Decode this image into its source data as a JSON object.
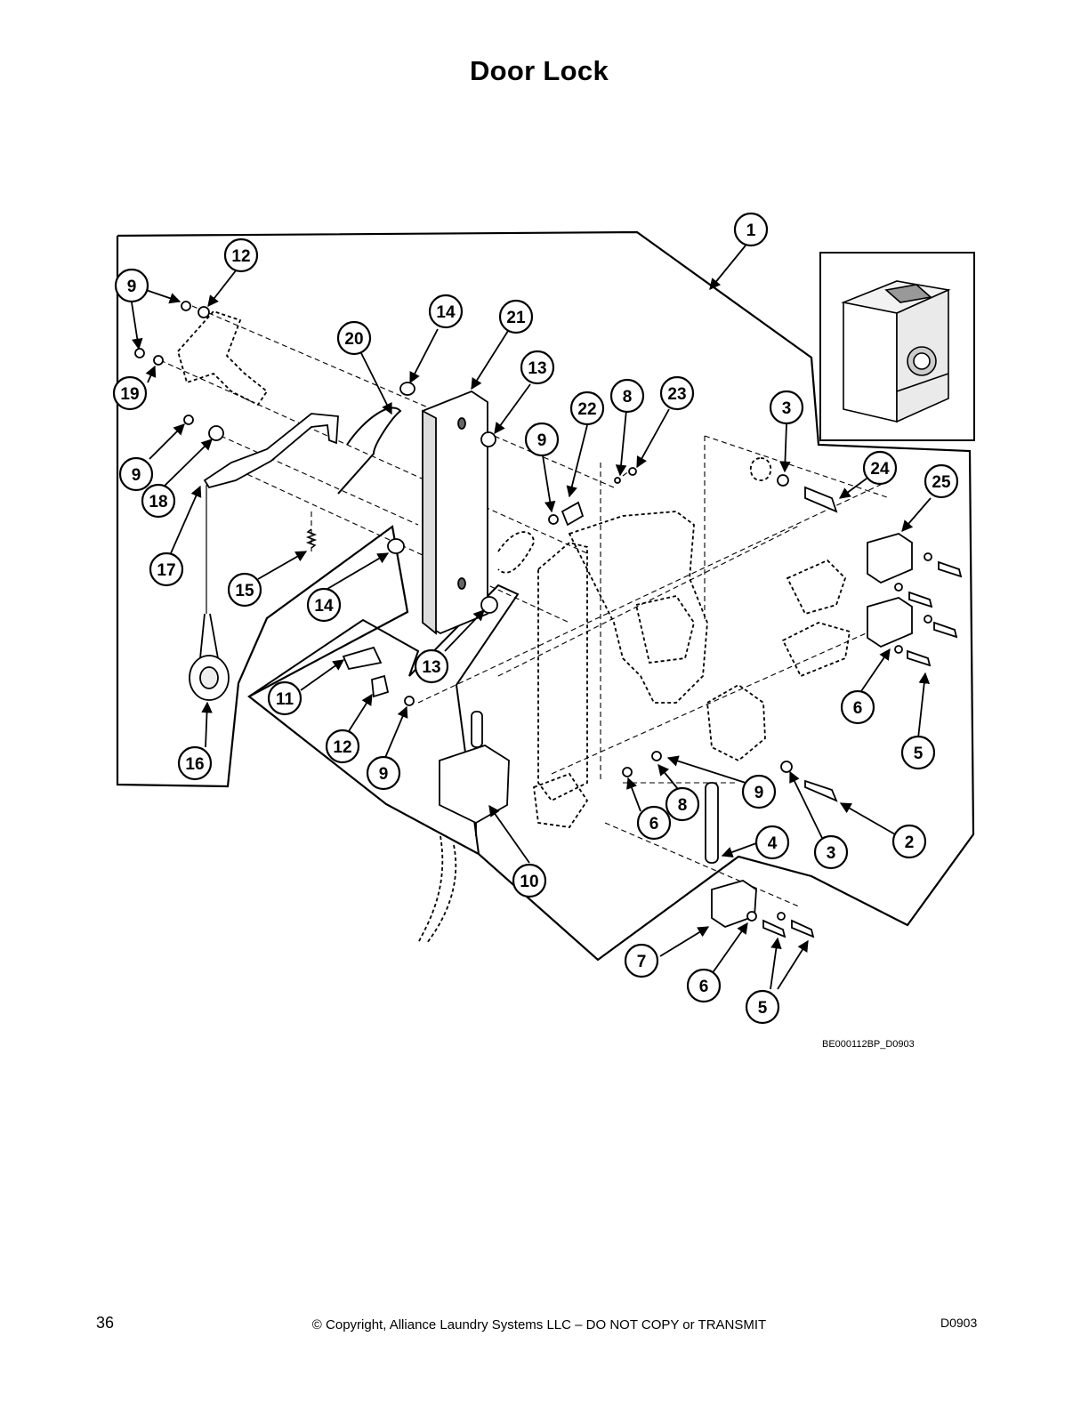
{
  "title": "Door Lock",
  "diagram_ref": "BE000112BP_D0903",
  "callouts": [
    "1",
    "2",
    "3",
    "3",
    "4",
    "5",
    "5",
    "6",
    "6",
    "6",
    "7",
    "8",
    "8",
    "9",
    "9",
    "9",
    "9",
    "9",
    "9",
    "10",
    "11",
    "12",
    "12",
    "13",
    "13",
    "14",
    "14",
    "15",
    "16",
    "17",
    "18",
    "19",
    "20",
    "21",
    "22",
    "23",
    "24",
    "25"
  ],
  "footer": {
    "page_number": "36",
    "copyright": "© Copyright, Alliance Laundry Systems LLC – DO NOT COPY or TRANSMIT",
    "doc_code": "D0903"
  }
}
